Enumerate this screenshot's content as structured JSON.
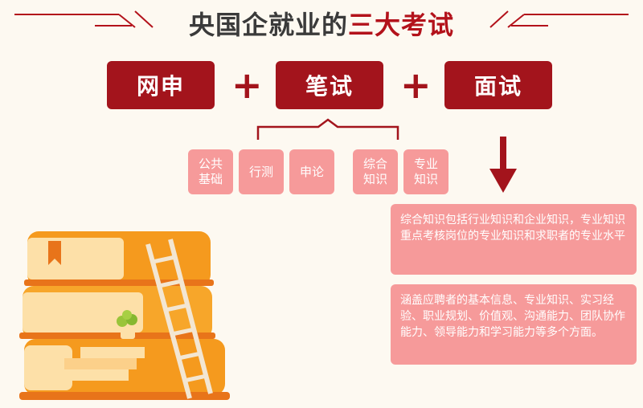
{
  "title": {
    "main": "央国企就业的",
    "accent": "三大考试"
  },
  "stages": [
    {
      "label": "网申"
    },
    {
      "label": "笔试"
    },
    {
      "label": "面试"
    }
  ],
  "plus_symbol": "+",
  "subjects": [
    {
      "label": "公共基础"
    },
    {
      "label": "行测"
    },
    {
      "label": "申论"
    },
    {
      "label": "综合知识"
    },
    {
      "label": "专业知识"
    }
  ],
  "descriptions": [
    {
      "text": "综合知识包括行业知识和企业知识，专业知识重点考核岗位的专业知识和求职者的专业水平"
    },
    {
      "text": "涵盖应聘者的基本信息、专业知识、实习经验、职业规划、价值观、沟通能力、团队协作能力、领导能力和学习能力等多个方面。"
    }
  ],
  "colors": {
    "primary": "#a3141c",
    "accent_text": "#b3121b",
    "pink": "#f69a9a",
    "background": "#fdf9f1",
    "title_text": "#3a3a3a",
    "books_orange": "#f59a1e",
    "books_light": "#fde0a8"
  },
  "illustration": {
    "icon": "books-ladder-icon"
  }
}
